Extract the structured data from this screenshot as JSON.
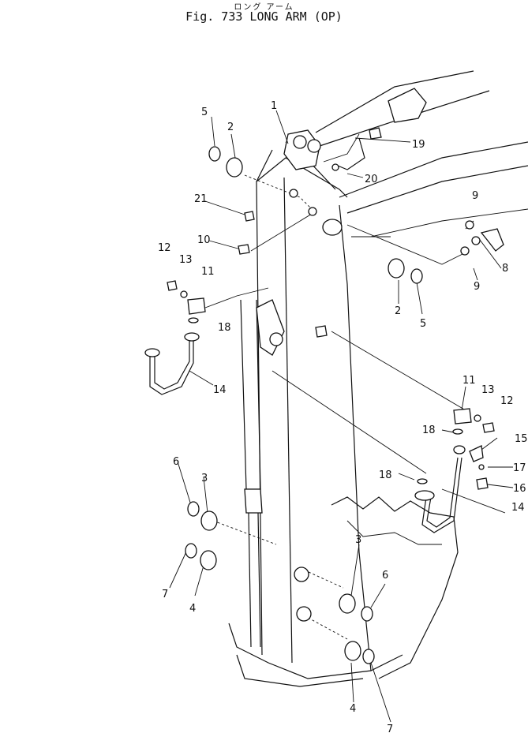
{
  "header": {
    "subtitle": "ロング アーム",
    "title": "Fig. 733 LONG ARM (OP)"
  },
  "callouts": [
    "1",
    "2",
    "2",
    "3",
    "3",
    "4",
    "4",
    "5",
    "5",
    "6",
    "6",
    "7",
    "7",
    "8",
    "9",
    "9",
    "10",
    "11",
    "11",
    "12",
    "12",
    "13",
    "13",
    "14",
    "14",
    "15",
    "16",
    "17",
    "18",
    "18",
    "18",
    "19",
    "20",
    "21"
  ]
}
